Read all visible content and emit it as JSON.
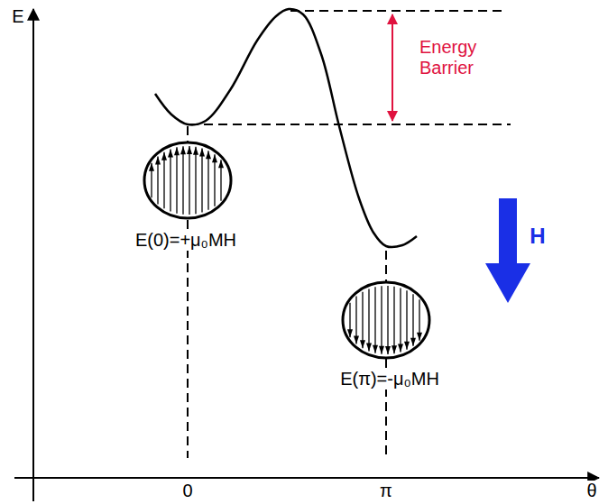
{
  "diagram": {
    "labels": [
      "E",
      "θ",
      "0",
      "π",
      "Energy Barrier",
      "H",
      "E(0)=+μ₀MH",
      "E(π)=-μ₀MH"
    ]
  }
}
